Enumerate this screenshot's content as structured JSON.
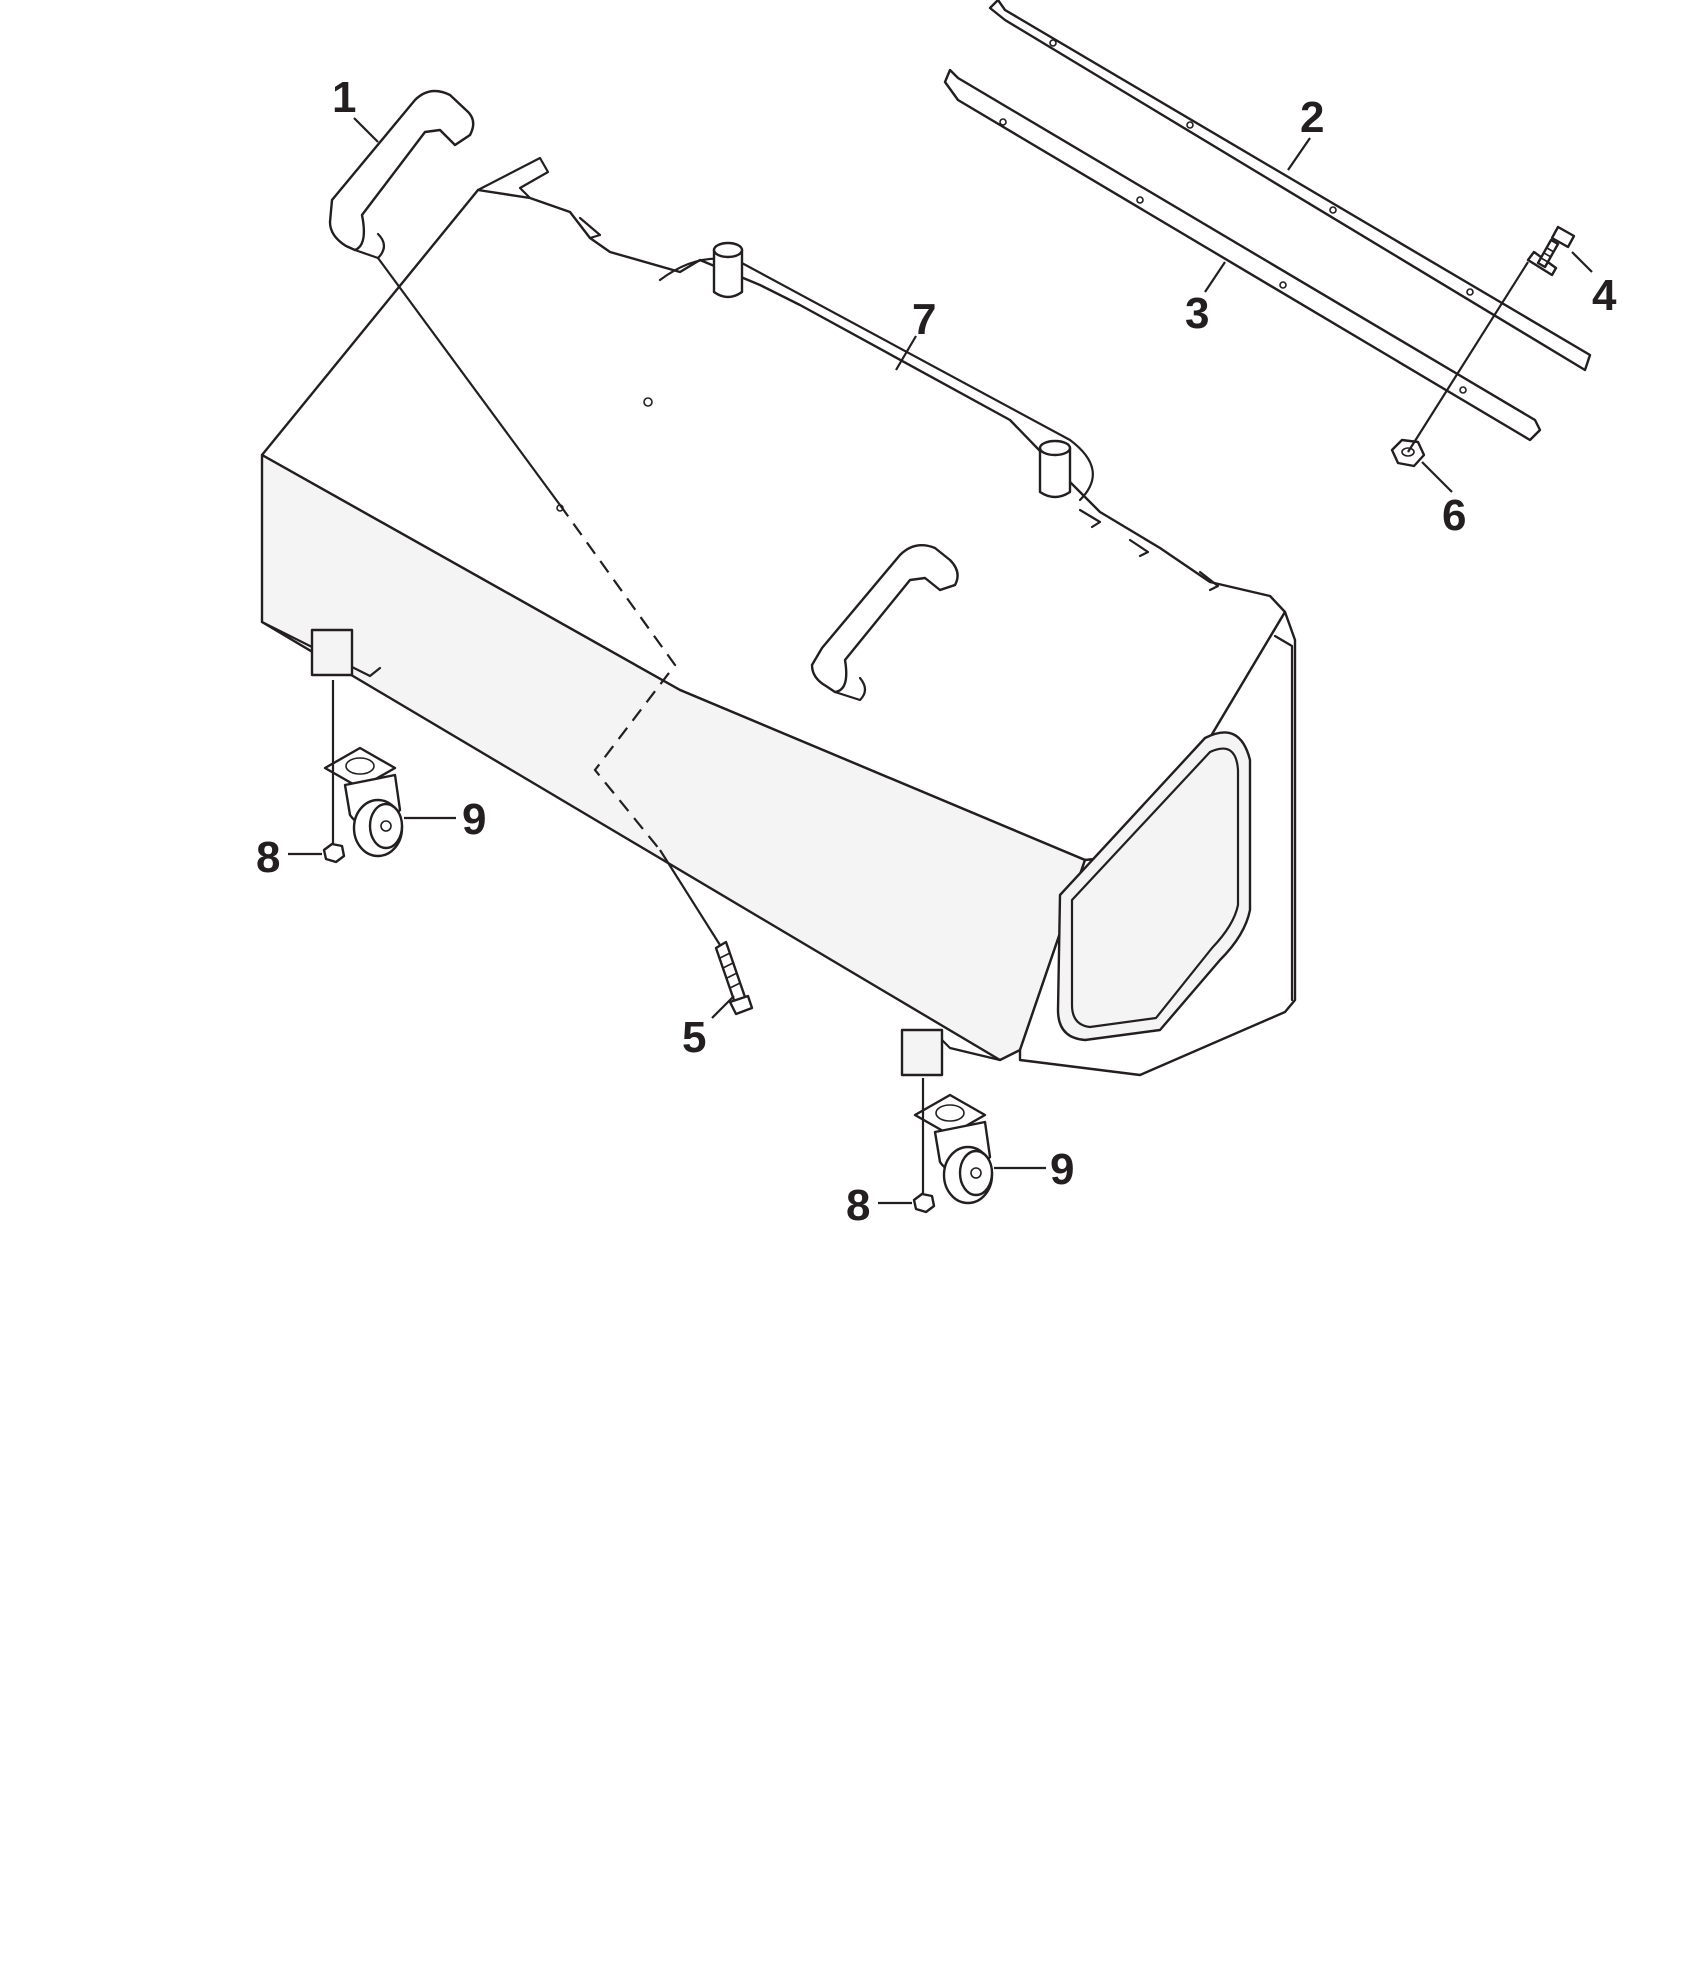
{
  "diagram": {
    "callouts": [
      {
        "id": "1",
        "label": "1"
      },
      {
        "id": "2",
        "label": "2"
      },
      {
        "id": "3",
        "label": "3"
      },
      {
        "id": "4",
        "label": "4"
      },
      {
        "id": "5",
        "label": "5"
      },
      {
        "id": "6",
        "label": "6"
      },
      {
        "id": "7",
        "label": "7"
      },
      {
        "id": "8a",
        "label": "8"
      },
      {
        "id": "8b",
        "label": "8"
      },
      {
        "id": "9a",
        "label": "9"
      },
      {
        "id": "9b",
        "label": "9"
      }
    ]
  },
  "colors": {
    "line": "#231f20",
    "background": "#ffffff"
  }
}
